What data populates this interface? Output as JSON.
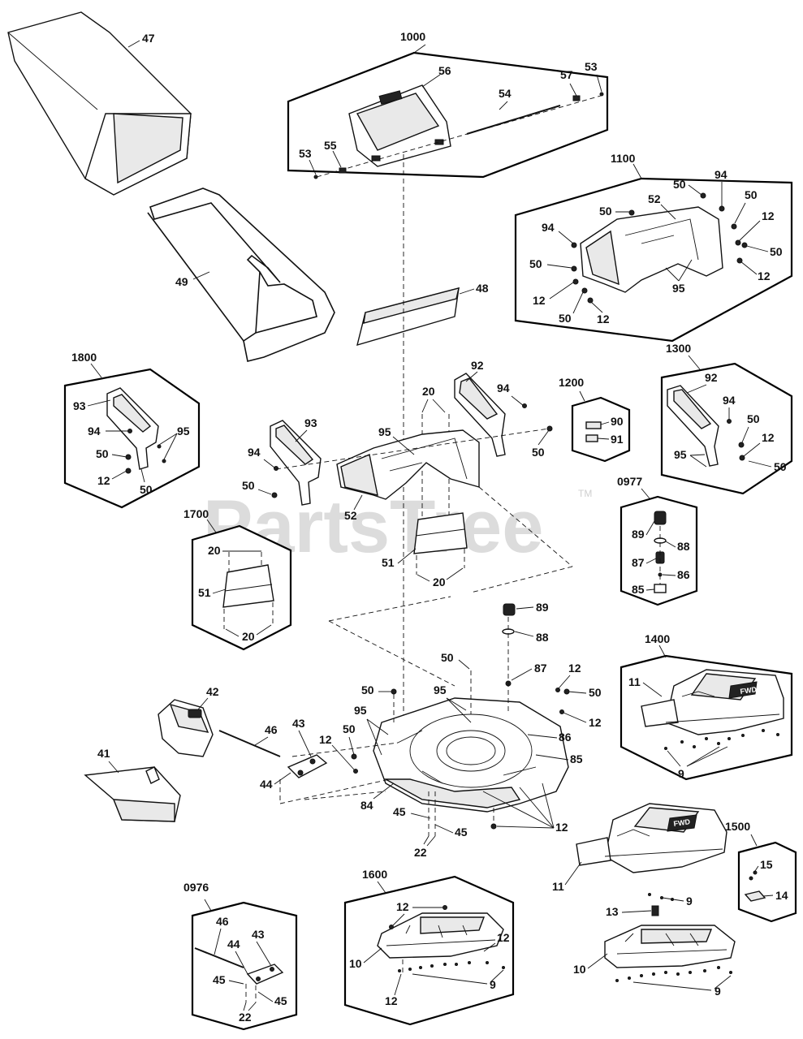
{
  "watermark": {
    "text": "PartsTree",
    "tm": "TM"
  },
  "labels": {
    "l47": "47",
    "l49": "49",
    "l48": "48",
    "g1000": "1000",
    "l56": "56",
    "l54": "54",
    "l57": "57",
    "l53a": "53",
    "l53b": "53",
    "l55": "55",
    "g1100": "1100",
    "l1100_50a": "50",
    "l1100_94a": "94",
    "l1100_50b": "50",
    "l1100_52": "52",
    "l1100_50c": "50",
    "l1100_94b": "94",
    "l1100_12a": "12",
    "l1100_50d": "50",
    "l1100_50e": "50",
    "l1100_95": "95",
    "l1100_12b": "12",
    "l1100_12c": "12",
    "l1100_50f": "50",
    "l1100_12d": "12",
    "g1800": "1800",
    "l1800_93": "93",
    "l1800_94": "94",
    "l1800_95": "95",
    "l1800_50a": "50",
    "l1800_12": "12",
    "l1800_50b": "50",
    "c_92": "92",
    "c_94a": "94",
    "c_20a": "20",
    "c_93": "93",
    "c_95": "95",
    "c_94b": "94",
    "c_50a": "50",
    "c_50b": "50",
    "c_52": "52",
    "c_51": "51",
    "c_20b": "20",
    "g1200": "1200",
    "l1200_90": "90",
    "l1200_91": "91",
    "g1300": "1300",
    "l1300_92": "92",
    "l1300_94": "94",
    "l1300_50a": "50",
    "l1300_12": "12",
    "l1300_95": "95",
    "l1300_50b": "50",
    "g0977": "0977",
    "l0977_89": "89",
    "l0977_88": "88",
    "l0977_87": "87",
    "l0977_86": "86",
    "l0977_85": "85",
    "g1700": "1700",
    "l1700_20a": "20",
    "l1700_51": "51",
    "l1700_20b": "20",
    "m_89": "89",
    "m_88": "88",
    "m_50a": "50",
    "m_87": "87",
    "m_12a": "12",
    "m_50b": "50",
    "m_95a": "95",
    "m_50c": "50",
    "m_12b": "12",
    "m_95b": "95",
    "m_86": "86",
    "m_50d": "50",
    "m_12c": "12",
    "m_85": "85",
    "m_84": "84",
    "m_45a": "45",
    "m_45b": "45",
    "m_22": "22",
    "m_12d": "12",
    "l42": "42",
    "l46": "46",
    "l43": "43",
    "l44": "44",
    "l41": "41",
    "g1400": "1400",
    "l1400_11": "11",
    "l1400_9": "9",
    "l1400_fwd": "FWD",
    "l11b": "11",
    "l_fwd2": "FWD",
    "l9b": "9",
    "l13": "13",
    "l10b": "10",
    "l9c": "9",
    "g1500": "1500",
    "l1500_15": "15",
    "l1500_14": "14",
    "g0976": "0976",
    "l0976_46": "46",
    "l0976_43": "43",
    "l0976_44": "44",
    "l0976_45a": "45",
    "l0976_45b": "45",
    "l0976_22": "22",
    "g1600": "1600",
    "l1600_12a": "12",
    "l1600_12b": "12",
    "l1600_10": "10",
    "l1600_12c": "12",
    "l1600_9": "9"
  }
}
